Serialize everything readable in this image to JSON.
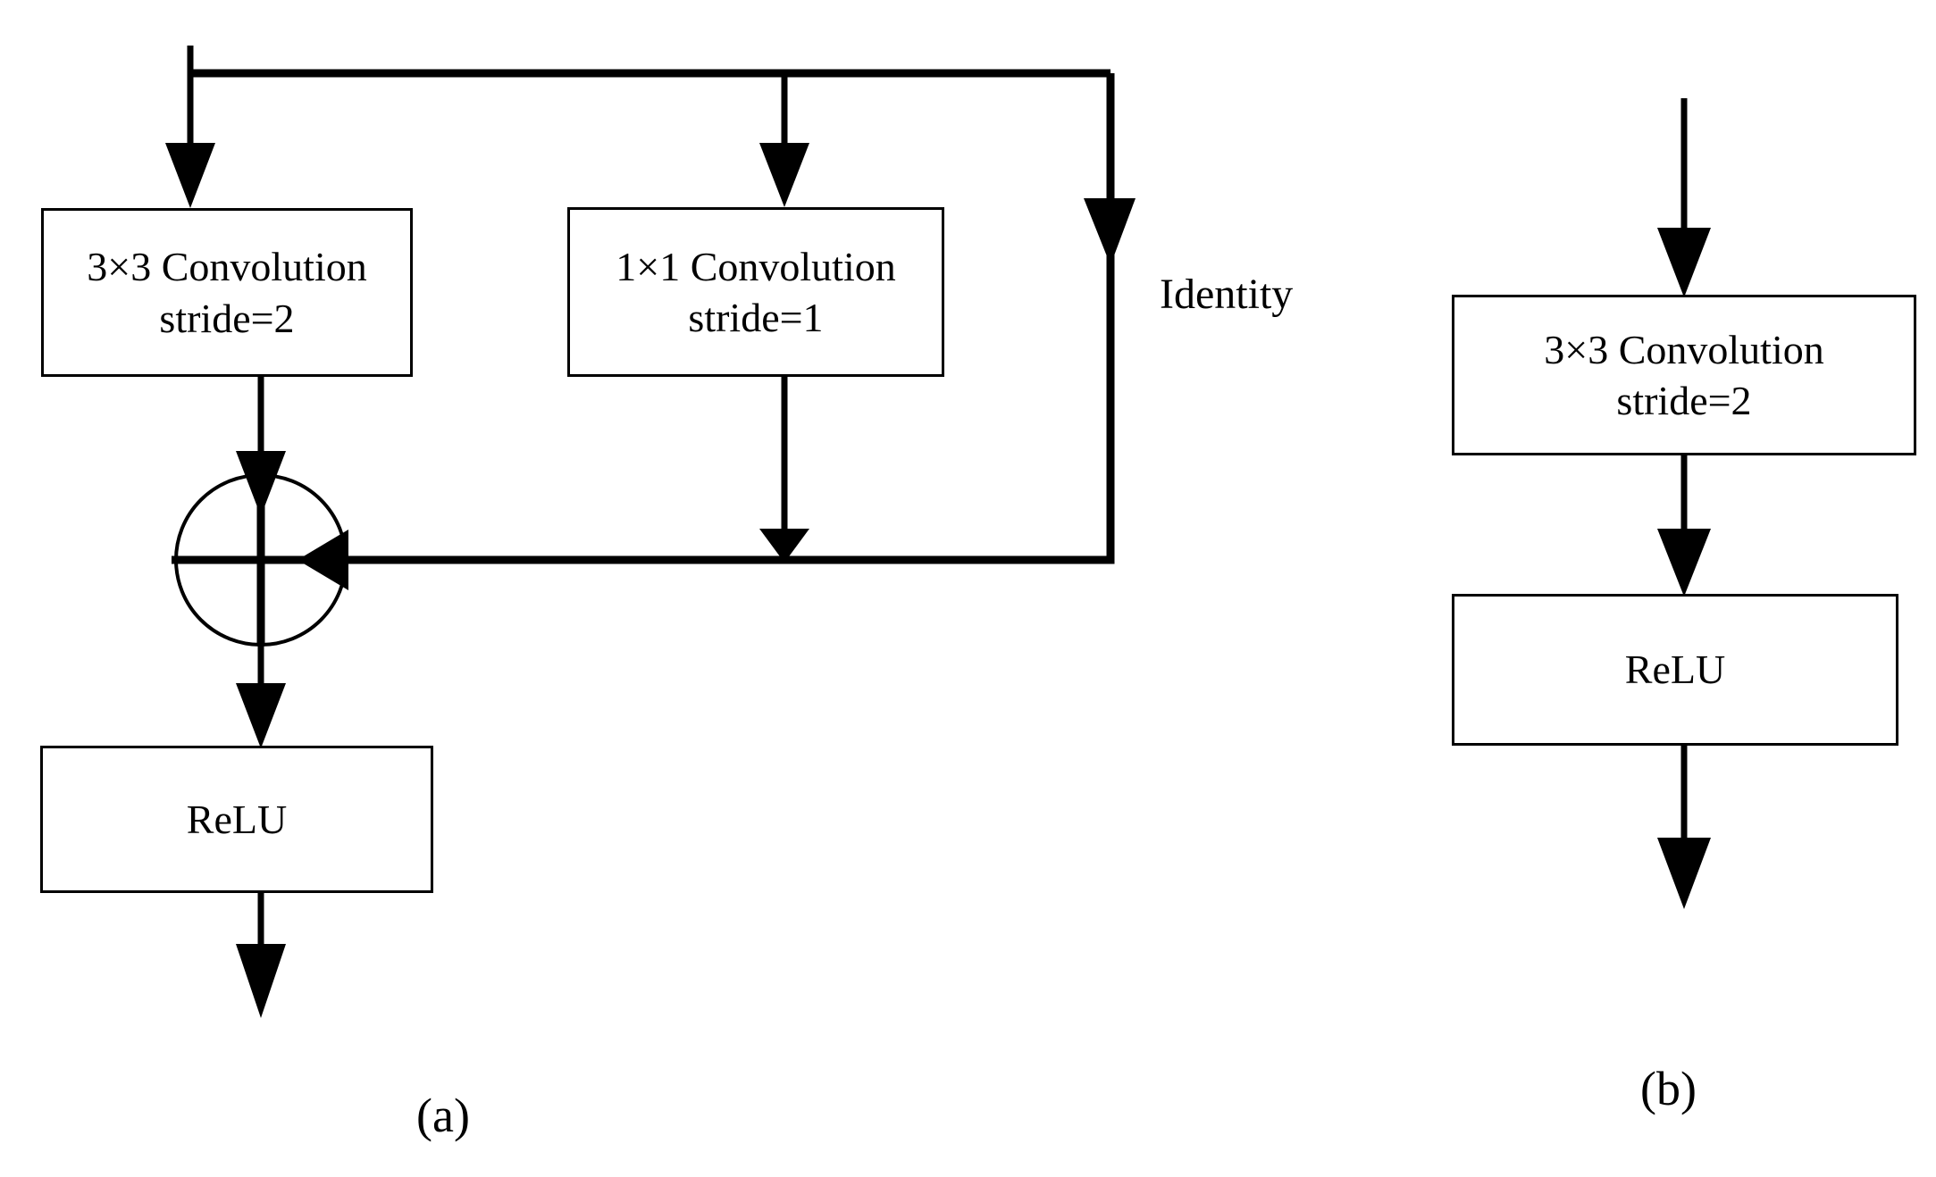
{
  "figure": {
    "background_color": "#ffffff",
    "stroke_color": "#000000",
    "panels": [
      {
        "id": "a",
        "caption": "(a)",
        "nodes": [
          {
            "id": "conv3x3-a",
            "line1": "3×3 Convolution",
            "line2": "stride=2"
          },
          {
            "id": "conv1x1-a",
            "line1": "1×1 Convolution",
            "line2": "stride=1"
          },
          {
            "id": "relu-a",
            "line1": "ReLU",
            "line2": ""
          }
        ],
        "edge_labels": [
          {
            "id": "identity",
            "text": "Identity"
          }
        ],
        "operator_nodes": [
          {
            "id": "sum",
            "symbol": "+",
            "shape": "circle"
          }
        ]
      },
      {
        "id": "b",
        "caption": "(b)",
        "nodes": [
          {
            "id": "conv3x3-b",
            "line1": "3×3 Convolution",
            "line2": "stride=2"
          },
          {
            "id": "relu-b",
            "line1": "ReLU",
            "line2": ""
          }
        ],
        "edge_labels": [],
        "operator_nodes": []
      }
    ]
  },
  "panel_a": {
    "conv3x3": {
      "line1": "3×3 Convolution",
      "line2": "stride=2"
    },
    "conv1x1": {
      "line1": "1×1 Convolution",
      "line2": "stride=1"
    },
    "relu": {
      "line1": "ReLU"
    },
    "identity_label": "Identity",
    "sum_symbol": "+",
    "caption": "(a)"
  },
  "panel_b": {
    "conv3x3": {
      "line1": "3×3 Convolution",
      "line2": "stride=2"
    },
    "relu": {
      "line1": "ReLU"
    },
    "caption": "(b)"
  }
}
